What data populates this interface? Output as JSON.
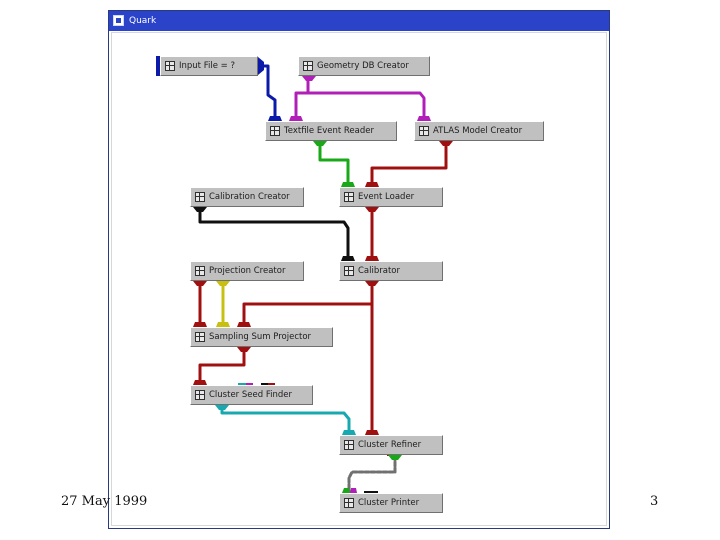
{
  "window": {
    "title": "Quark"
  },
  "nodes": {
    "input_file": "Input File = ?",
    "geometry_db_creator": "Geometry DB Creator",
    "textfile_event_reader": "Textfile Event Reader",
    "atlas_model_creator": "ATLAS Model Creator",
    "calibration_creator": "Calibration Creator",
    "event_loader": "Event Loader",
    "projection_creator": "Projection Creator",
    "calibrator": "Calibrator",
    "sampling_sum_projector": "Sampling Sum Projector",
    "cluster_seed_finder": "Cluster Seed Finder",
    "cluster_refiner": "Cluster Refiner",
    "cluster_printer": "Cluster Printer"
  },
  "colors": {
    "navy": "#0b1aa8",
    "purple": "#b020b8",
    "green": "#18a818",
    "darkred": "#a01010",
    "black": "#101010",
    "yellow": "#c8c010",
    "cyan": "#18a8b0",
    "gray": "#707070",
    "title_blue": "#2a43c9"
  },
  "footer": {
    "date": "27 May 1999",
    "page": "3"
  }
}
